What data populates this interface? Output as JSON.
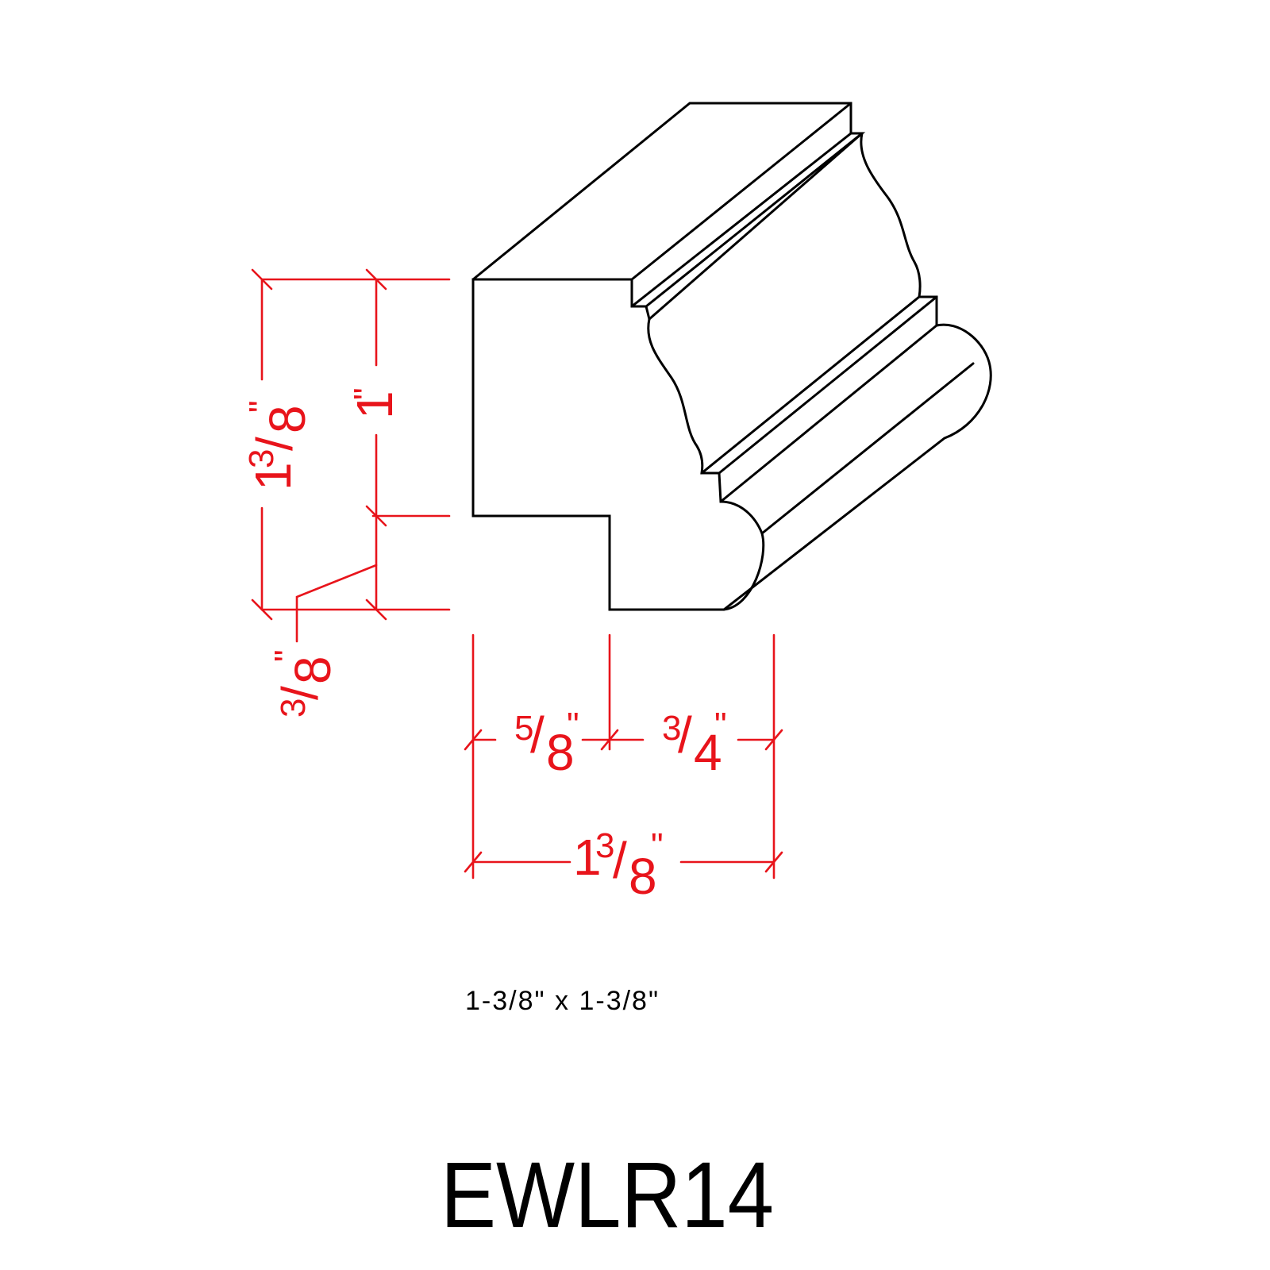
{
  "product_code": "EWLR14",
  "overall_size": "1-3/8\" x 1-3/8\"",
  "colors": {
    "dimension": "#e8141b",
    "outline": "#000000",
    "background": "#ffffff"
  },
  "dimensions": {
    "overall_height": {
      "whole": "1",
      "num": "3",
      "den": "8",
      "unit": "\""
    },
    "upper_height": {
      "whole": "1",
      "unit": "\""
    },
    "lower_height": {
      "num": "3",
      "den": "8",
      "unit": "\""
    },
    "left_width": {
      "num": "5",
      "den": "8",
      "unit": "\""
    },
    "right_width": {
      "num": "3",
      "den": "4",
      "unit": "\""
    },
    "overall_width": {
      "whole": "1",
      "num": "3",
      "den": "8",
      "unit": "\""
    }
  }
}
